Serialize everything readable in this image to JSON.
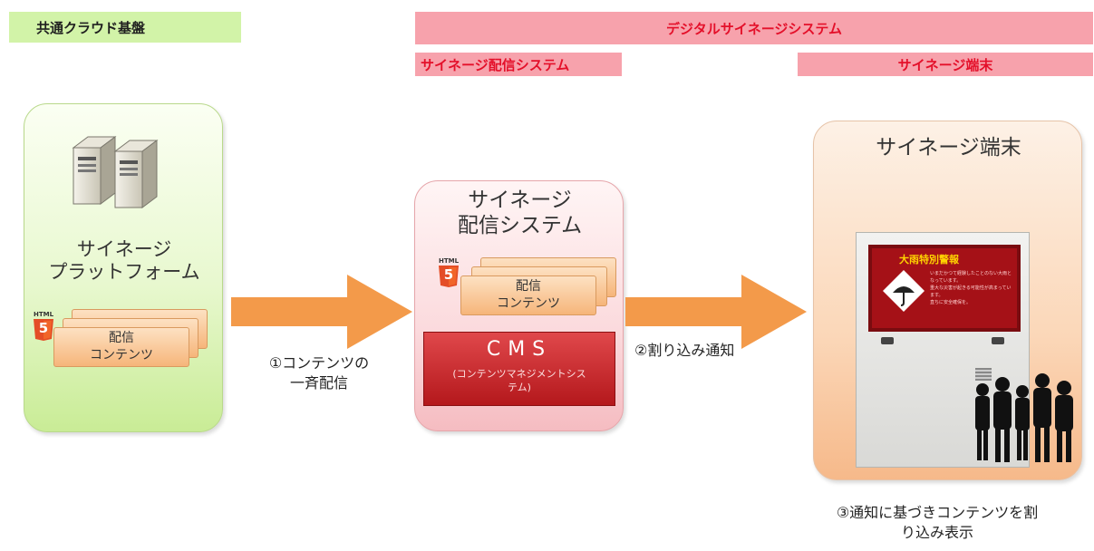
{
  "headers": {
    "cloud": "共通クラウド基盤",
    "signage_system": "デジタルサイネージシステム",
    "delivery_system": "サイネージ配信システム",
    "terminal": "サイネージ端末"
  },
  "platform_panel": {
    "title": "サイネージ\nプラットフォーム",
    "html5_label": "HTML",
    "html5_digit": "5",
    "content_label": "配信\nコンテンツ"
  },
  "delivery_panel": {
    "title": "サイネージ\n配信システム",
    "html5_label": "HTML",
    "html5_digit": "5",
    "content_label": "配信\nコンテンツ",
    "cms_title": "CMS",
    "cms_subtitle": "(コンテンツマネジメントシス\nテム)"
  },
  "terminal_panel": {
    "title": "サイネージ端末",
    "screen_title": "大雨特別警報",
    "screen_text": "いまだかつて経験したことのない大雨となっています。\n重大な災害が起きる可能性が高まっています。\n直ちに安全確保を。"
  },
  "steps": {
    "step1": "①コンテンツの\n一斉配信",
    "step2": "②割り込み通知",
    "step3": "③通知に基づきコンテンツを割\nり込み表示"
  },
  "colors": {
    "cloud_header": "#ccf2a0",
    "signage_header": "#f7a3ad",
    "arrow": "#f39a4a",
    "cms": "#c41e22",
    "screen": "#a51117"
  }
}
